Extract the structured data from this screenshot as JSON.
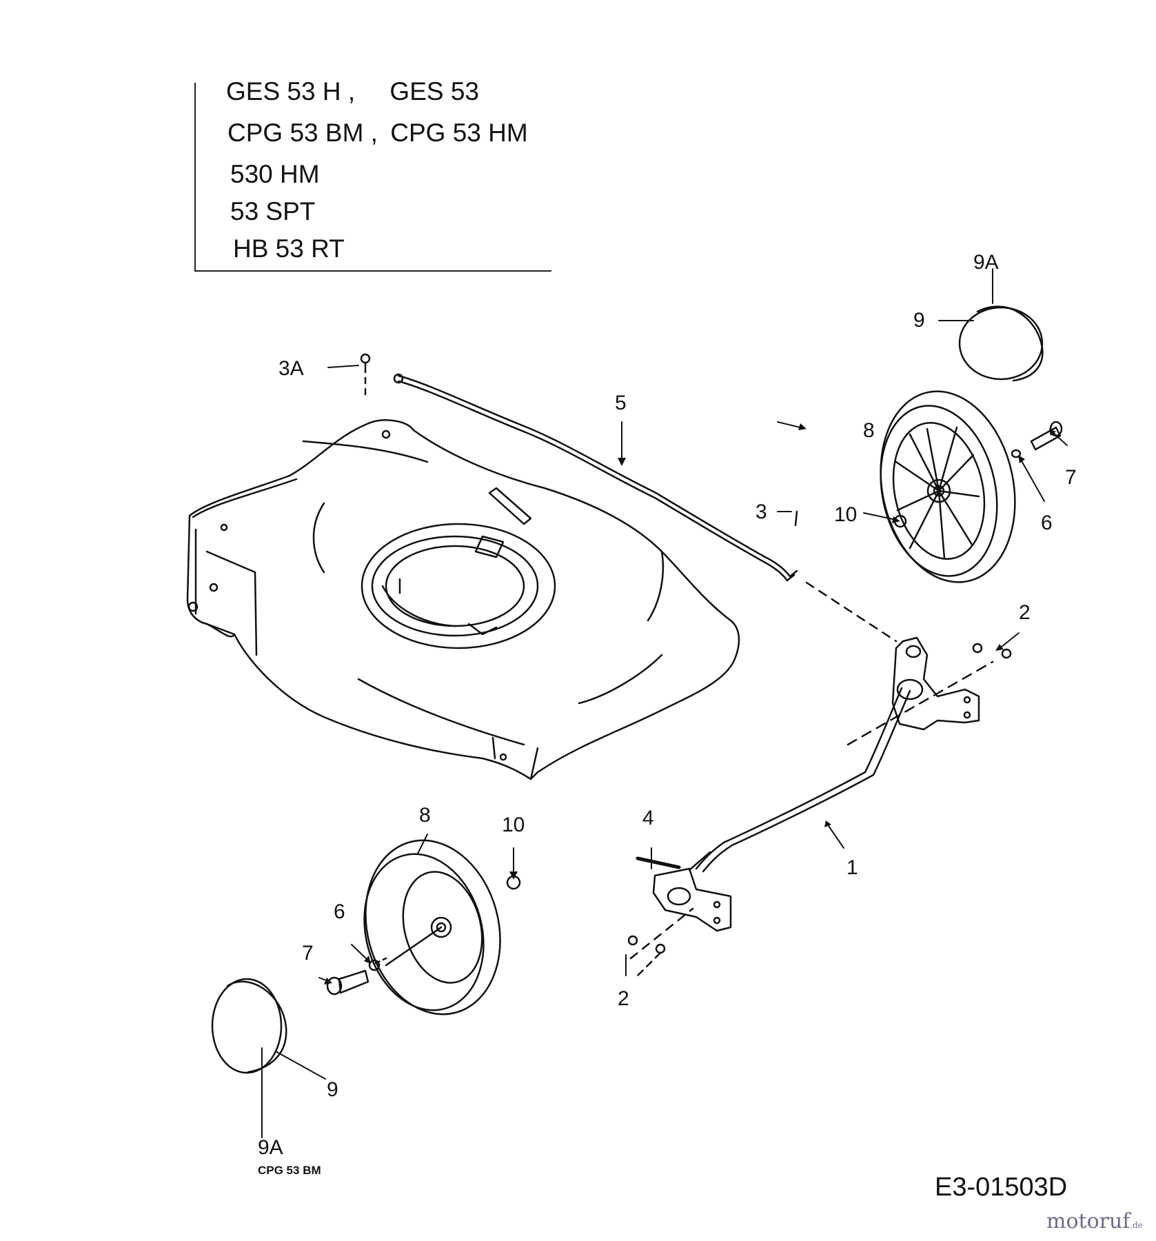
{
  "models": {
    "lines": [
      [
        "GES 53 H ,",
        "GES 53"
      ],
      [
        "CPG 53 BM ,",
        "CPG 53 HM"
      ],
      [
        "530 HM"
      ],
      [
        "53 SPT"
      ],
      [
        "HB 53 RT"
      ]
    ]
  },
  "callouts": {
    "c1": "1",
    "c2a": "2",
    "c2b": "2",
    "c3": "3",
    "c3a": "3A",
    "c4": "4",
    "c5": "5",
    "c6a": "6",
    "c6b": "6",
    "c7a": "7",
    "c7b": "7",
    "c8a": "8",
    "c8b": "8",
    "c9a": "9",
    "c9b": "9",
    "c9Aa": "9A",
    "c9Ab": "9A",
    "c10a": "10",
    "c10b": "10"
  },
  "notes": {
    "variant": "CPG 53 BM"
  },
  "drawing_id": "E3-01503D",
  "watermark": {
    "text": "motoruf",
    "suffix": ".de",
    "color": "#6b6b8c"
  }
}
